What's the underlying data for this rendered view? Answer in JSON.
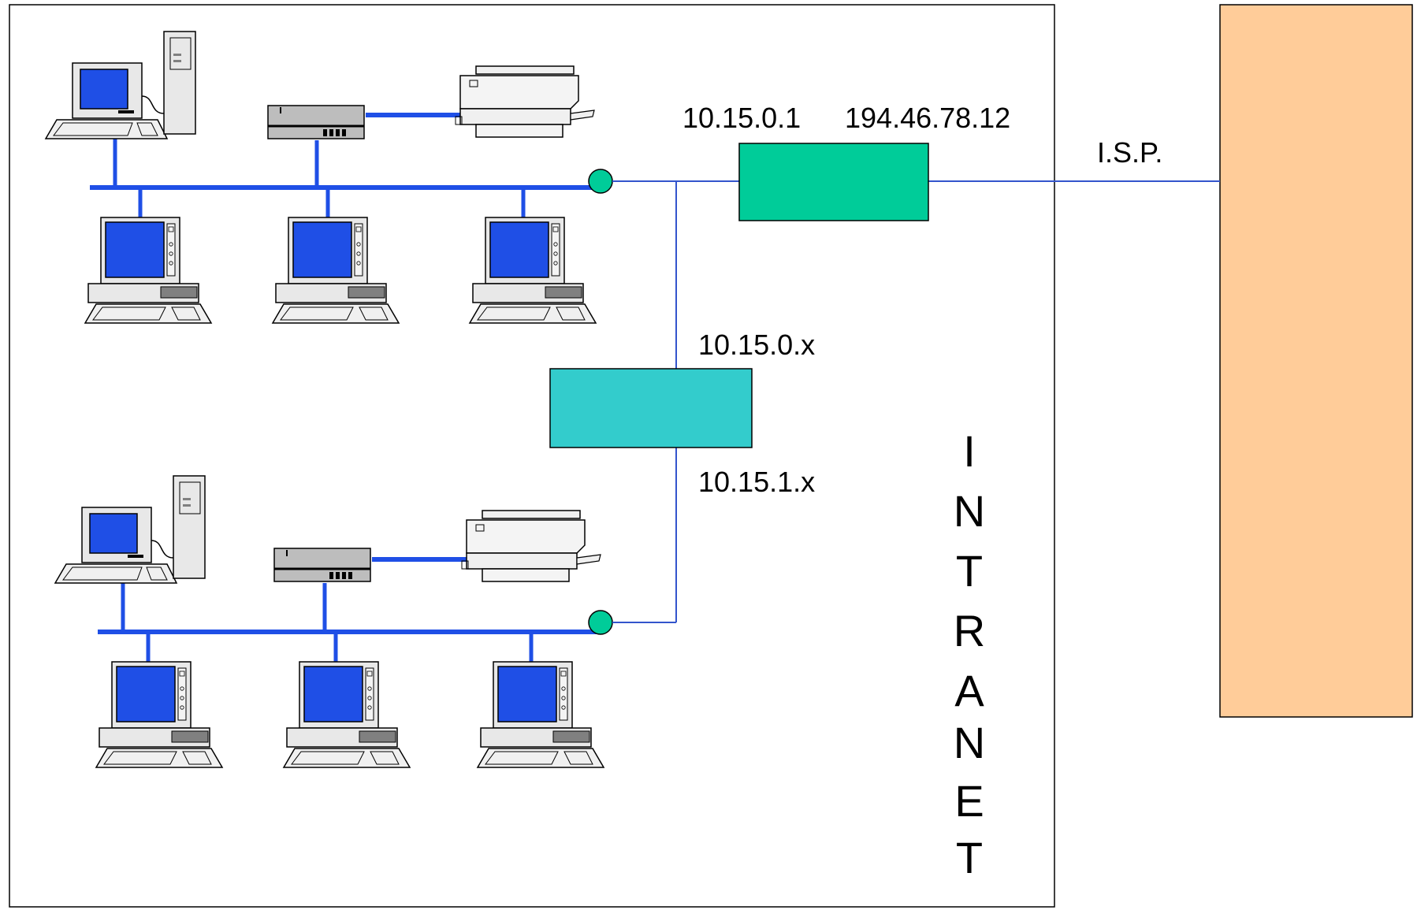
{
  "labels": {
    "router_inner_ip": "10.15.0.1",
    "router_outer_ip": "194.46.78.12",
    "isp": "I.S.P.",
    "upper_subnet": "10.15.0.x",
    "lower_subnet": "10.15.1.x"
  },
  "intranet_letters": [
    "I",
    "N",
    "T",
    "R",
    "A",
    "N",
    "E",
    "T"
  ],
  "colors": {
    "lan_bus": "#1f4fe6",
    "monitor_screen": "#1f4fe6",
    "router": "#00cc99",
    "gateway": "#33cccc",
    "hub_node": "#00cc99",
    "external_box": "#ffcc99",
    "thin_link": "#3355cc"
  },
  "icons": {
    "workstation": "desktop-computer-icon",
    "terminal": "terminal-computer-icon",
    "hub": "network-hub-icon",
    "printer": "printer-icon"
  }
}
